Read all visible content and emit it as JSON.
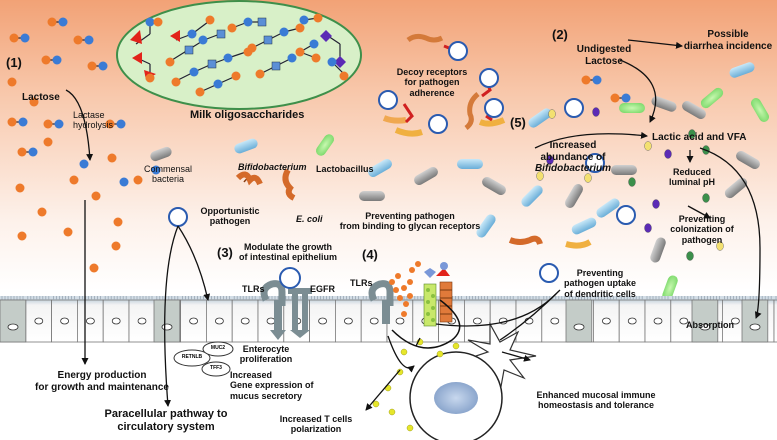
{
  "labels": {
    "step1": "(1)",
    "lactose": "Lactose",
    "lactase_line1": "Lactase",
    "lactase_line2": "hydrolysis",
    "milk_oligo": "Milk oligosaccharides",
    "commensal_line1": "Commensal",
    "commensal_line2": "bacteria",
    "bifido": "Bifidobacterium",
    "lactobacillus": "Lactobacillus",
    "opportunistic_line1": "Opportunistic",
    "opportunistic_line2": "pathogen",
    "ecoli": "E. coli",
    "decoy_line1": "Decoy receptors",
    "decoy_line2": "for pathogen",
    "decoy_line3": "adherence",
    "step2": "(2)",
    "undigested_line1": "Undigested",
    "undigested_line2": "Lactose",
    "diarrhea_line1": "Possible",
    "diarrhea_line2": "diarrhea incidence",
    "step5": "(5)",
    "increased_abund_line1": "Increased",
    "increased_abund_line2": "abundance of",
    "increased_abund_line3": "Bifidobacterium",
    "lactic": "Lactic acid and VFA",
    "reduced_line1": "Reduced",
    "reduced_line2": "luminal pH",
    "prevent_col_line1": "Preventing",
    "prevent_col_line2": "colonization of",
    "prevent_col_line3": "pathogen",
    "prevent_bind_line1": "Preventing pathogen",
    "prevent_bind_line2": "from binding to glycan receptors",
    "step3": "(3)",
    "modulate_line1": "Modulate the growth",
    "modulate_line2": "of intestinal epithelium",
    "tlrs_left": "TLRs",
    "egfr": "EGFR",
    "step4": "(4)",
    "tlrs_mid": "TLRs",
    "prevent_uptake_line1": "Preventing",
    "prevent_uptake_line2": "pathogen uptake",
    "prevent_uptake_line3": "of dendritic cells",
    "absorption": "Absorption",
    "enterocyte_line1": "Enterocyte",
    "enterocyte_line2": "proliferation",
    "retnlb": "RETNLB",
    "muc2": "MUC2",
    "tff3": "TFF3",
    "gene_line1": "Increased",
    "gene_line2": "Gene expression of",
    "gene_line3": "mucus secretory",
    "energy_line1": "Energy production",
    "energy_line2": "for growth and maintenance",
    "paracellular_line1": "Paracellular pathway to",
    "paracellular_line2": "circulatory system",
    "tcells_line1": "Increased T cells",
    "tcells_line2": "polarization",
    "mucosal_line1": "Enhanced mucosal immune",
    "mucosal_line2": "homeostasis and tolerance"
  },
  "colors": {
    "glucose": "#ee7a2b",
    "galactose": "#3a7bd5",
    "fucose": "#e2231a",
    "nacetyl": "#5b8fd6",
    "sialic": "#5b2bb5",
    "oligo_bg": "#d8f0c8",
    "bifido": "#8ec6e6",
    "lactobacillus": "#8ee07a",
    "commensal": "#9a9a9a"
  }
}
